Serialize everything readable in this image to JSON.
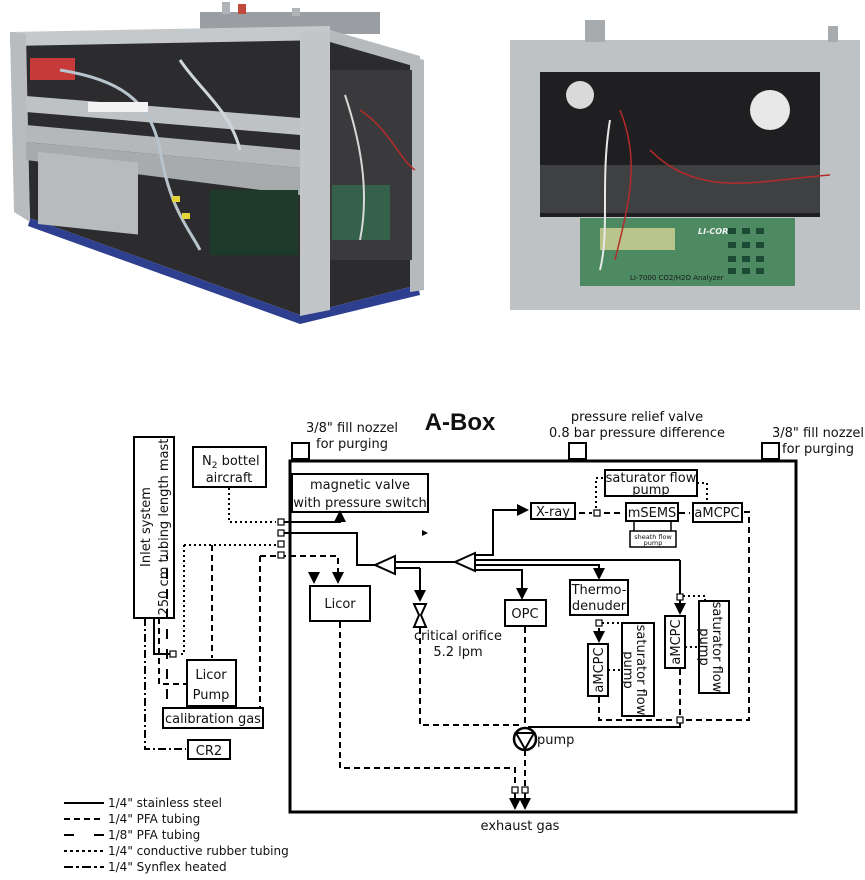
{
  "photos": [
    {
      "name": "a-box-side-view",
      "description": "Rack frame with cables, tubing and instruments (side/oblique view)"
    },
    {
      "name": "a-box-front-view",
      "description": "Front view with LI-7000 analyzer panel",
      "panel_brand": "LI-COR",
      "panel_label": "LI-7000 CO2/H2O Analyzer"
    }
  ],
  "diagram": {
    "title": "A-Box",
    "top_labels": {
      "fill_nozzle_left": [
        "3/8\" fill nozzel",
        "for purging"
      ],
      "relief_valve": [
        "pressure relief valve",
        "0.8 bar pressure difference"
      ],
      "fill_nozzle_right": [
        "3/8\" fill nozzel",
        "for purging"
      ]
    },
    "external_boxes": {
      "inlet": [
        "Inlet system",
        "250 cm tubing length mast"
      ],
      "n2_bottle": [
        "N",
        "2",
        " bottel",
        "aircraft"
      ],
      "licor_pump": [
        "Licor",
        "Pump"
      ],
      "calibration_gas": "calibration gas",
      "cr2": "CR2"
    },
    "internal_boxes": {
      "magnetic_valve": [
        "magnetic valve",
        "with pressure switch"
      ],
      "xray": "X-ray",
      "saturator_pump_top": [
        "saturator flow",
        "pump"
      ],
      "msems": "mSEMS",
      "amcpc_top": "aMCPC",
      "sheath_pump": [
        "sheath flow",
        "pump"
      ],
      "licor": "Licor",
      "opc": "OPC",
      "thermodenuder": [
        "Thermo-",
        "denuder"
      ],
      "amcpc_mid": "aMCPC",
      "saturator_pump_mid": [
        "saturator flow",
        "pump"
      ],
      "amcpc_right": "aMCPC",
      "saturator_pump_right": [
        "saturator flow",
        "pump"
      ]
    },
    "labels": {
      "critical_orifice": [
        "critical orifice",
        "5.2 lpm"
      ],
      "pump": "pump",
      "exhaust": "exhaust gas"
    },
    "legend": [
      {
        "style": "solid",
        "label": "1/4\" stainless steel"
      },
      {
        "style": "dashed",
        "label": "1/4\" PFA tubing"
      },
      {
        "style": "long-dash",
        "label": "1/8\" PFA tubing"
      },
      {
        "style": "dotted",
        "label": "1/4\"  conductive rubber tubing"
      },
      {
        "style": "dash-dot",
        "label": "1/4\" Synflex heated"
      }
    ]
  }
}
